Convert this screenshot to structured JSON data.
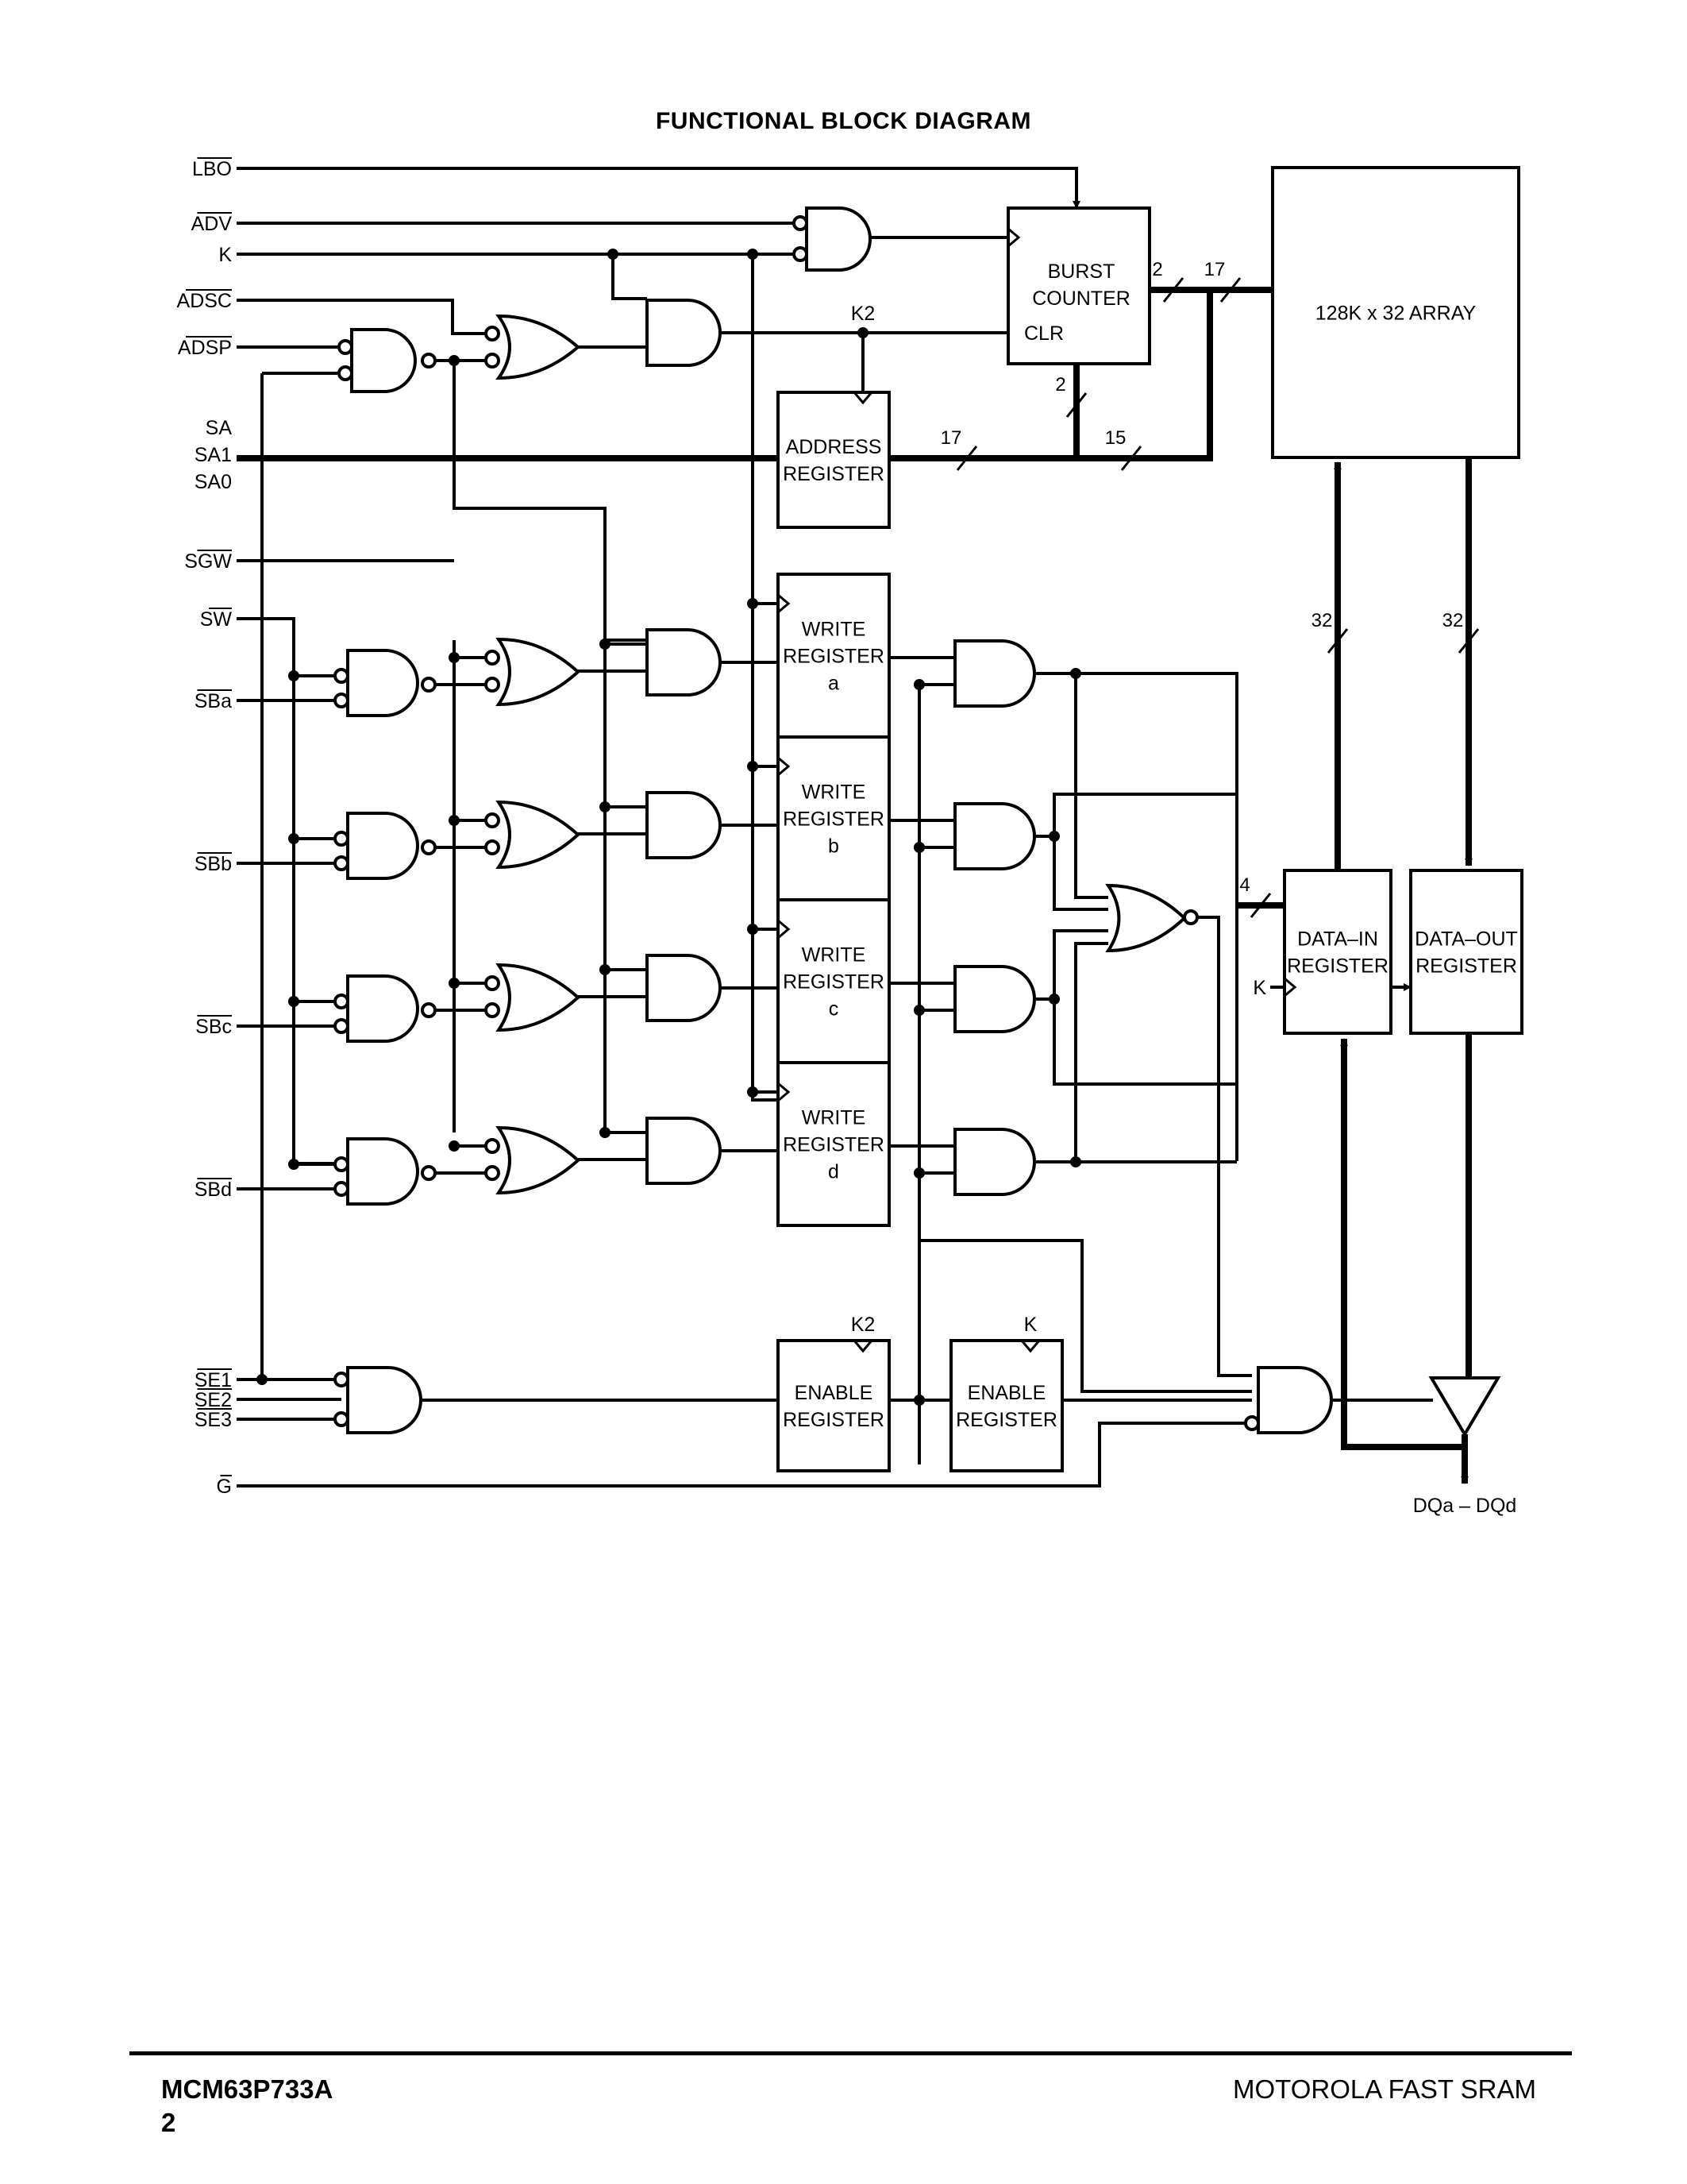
{
  "title": "FUNCTIONAL BLOCK DIAGRAM",
  "signals": {
    "lbo": "LBO",
    "adv": "ADV",
    "k": "K",
    "adsc": "ADSC",
    "adsp": "ADSP",
    "sa": "SA",
    "sa1": "SA1",
    "sa0": "SA0",
    "sgw": "SGW",
    "sw": "SW",
    "sba": "SBa",
    "sbb": "SBb",
    "sbc": "SBc",
    "sbd": "SBd",
    "se1": "SE1",
    "se2": "SE2",
    "se3": "SE3",
    "g": "G"
  },
  "blocks": {
    "burst_counter": [
      "BURST",
      "COUNTER"
    ],
    "clr": "CLR",
    "array": "128K x 32 ARRAY",
    "address_register": [
      "ADDRESS",
      "REGISTER"
    ],
    "write_register_a": [
      "WRITE",
      "REGISTER",
      "a"
    ],
    "write_register_b": [
      "WRITE",
      "REGISTER",
      "b"
    ],
    "write_register_c": [
      "WRITE",
      "REGISTER",
      "c"
    ],
    "write_register_d": [
      "WRITE",
      "REGISTER",
      "d"
    ],
    "data_in_register": [
      "DATA–IN",
      "REGISTER"
    ],
    "data_out_register": [
      "DATA–OUT",
      "REGISTER"
    ],
    "enable_register_1": [
      "ENABLE",
      "REGISTER"
    ],
    "enable_register_2": [
      "ENABLE",
      "REGISTER"
    ]
  },
  "clocks": {
    "k2_addr": "K2",
    "k2_enable": "K2",
    "k_enable": "K",
    "k_datain": "K"
  },
  "bus_widths": {
    "burst_out": "2",
    "array_in": "17",
    "burst_down": "2",
    "addr_out": "17",
    "addr_to_array": "15",
    "array_to_datain": "32",
    "array_to_dataout": "32",
    "datain_write": "4"
  },
  "io_label": "DQa – DQd",
  "footer": {
    "part_number": "MCM63P733A",
    "page_number": "2",
    "product": "MOTOROLA FAST SRAM"
  }
}
